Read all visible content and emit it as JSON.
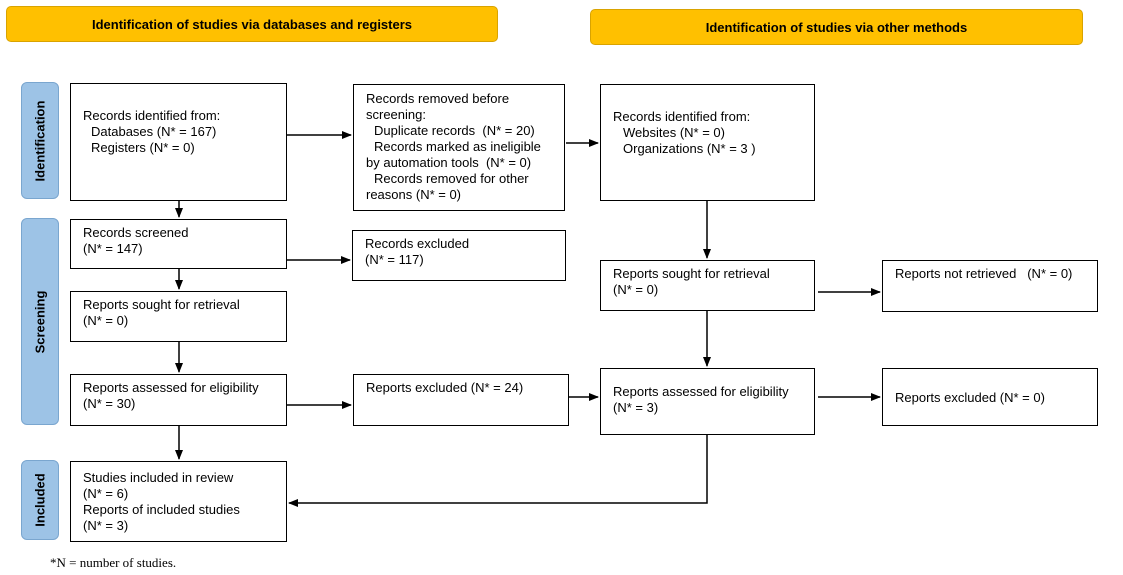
{
  "headers": {
    "left": "Identification of studies via databases and registers",
    "right": "Identification of studies via other methods"
  },
  "phases": {
    "identification": "Identification",
    "screening": "Screening",
    "included": "Included"
  },
  "left": {
    "identified": {
      "title": "Records identified from:",
      "databases": "Databases (N* = 167)",
      "registers": "Registers (N* = 0)"
    },
    "removed": {
      "line1": "Records removed before",
      "line2": "screening:",
      "line3": "Duplicate records  (N* = 20)",
      "line4": "Records marked as ineligible",
      "line5": "by automation tools  (N* = 0)",
      "line6": "Records removed for other",
      "line7": "reasons (N* = 0)"
    },
    "screened": {
      "title": "Records screened",
      "count": "(N* = 147)"
    },
    "excluded": {
      "title": "Records excluded",
      "count": "(N* = 117)"
    },
    "sought": {
      "title": "Reports sought for retrieval",
      "count": "(N* = 0)"
    },
    "assessed": {
      "title": "Reports assessed for eligibility",
      "count": "(N* = 30)"
    },
    "reports_excluded": {
      "title": "Reports excluded (N* = 24)"
    },
    "included": {
      "studies": "Studies included in review",
      "studies_count": "(N* = 6)",
      "reports": "Reports of included studies",
      "reports_count": "(N* = 3)"
    }
  },
  "right": {
    "identified": {
      "title": "Records identified from:",
      "websites": "Websites (N* = 0)",
      "organizations": "Organizations (N* = 3 )"
    },
    "sought": {
      "title": "Reports sought for retrieval",
      "count": "(N* = 0)"
    },
    "not_retrieved": {
      "title": "Reports not retrieved   (N* = 0)"
    },
    "assessed": {
      "title": "Reports assessed for eligibility",
      "count": "(N* = 3)"
    },
    "excluded": {
      "title": "Reports excluded (N* = 0)"
    }
  },
  "footnote": "*N = number of studies."
}
